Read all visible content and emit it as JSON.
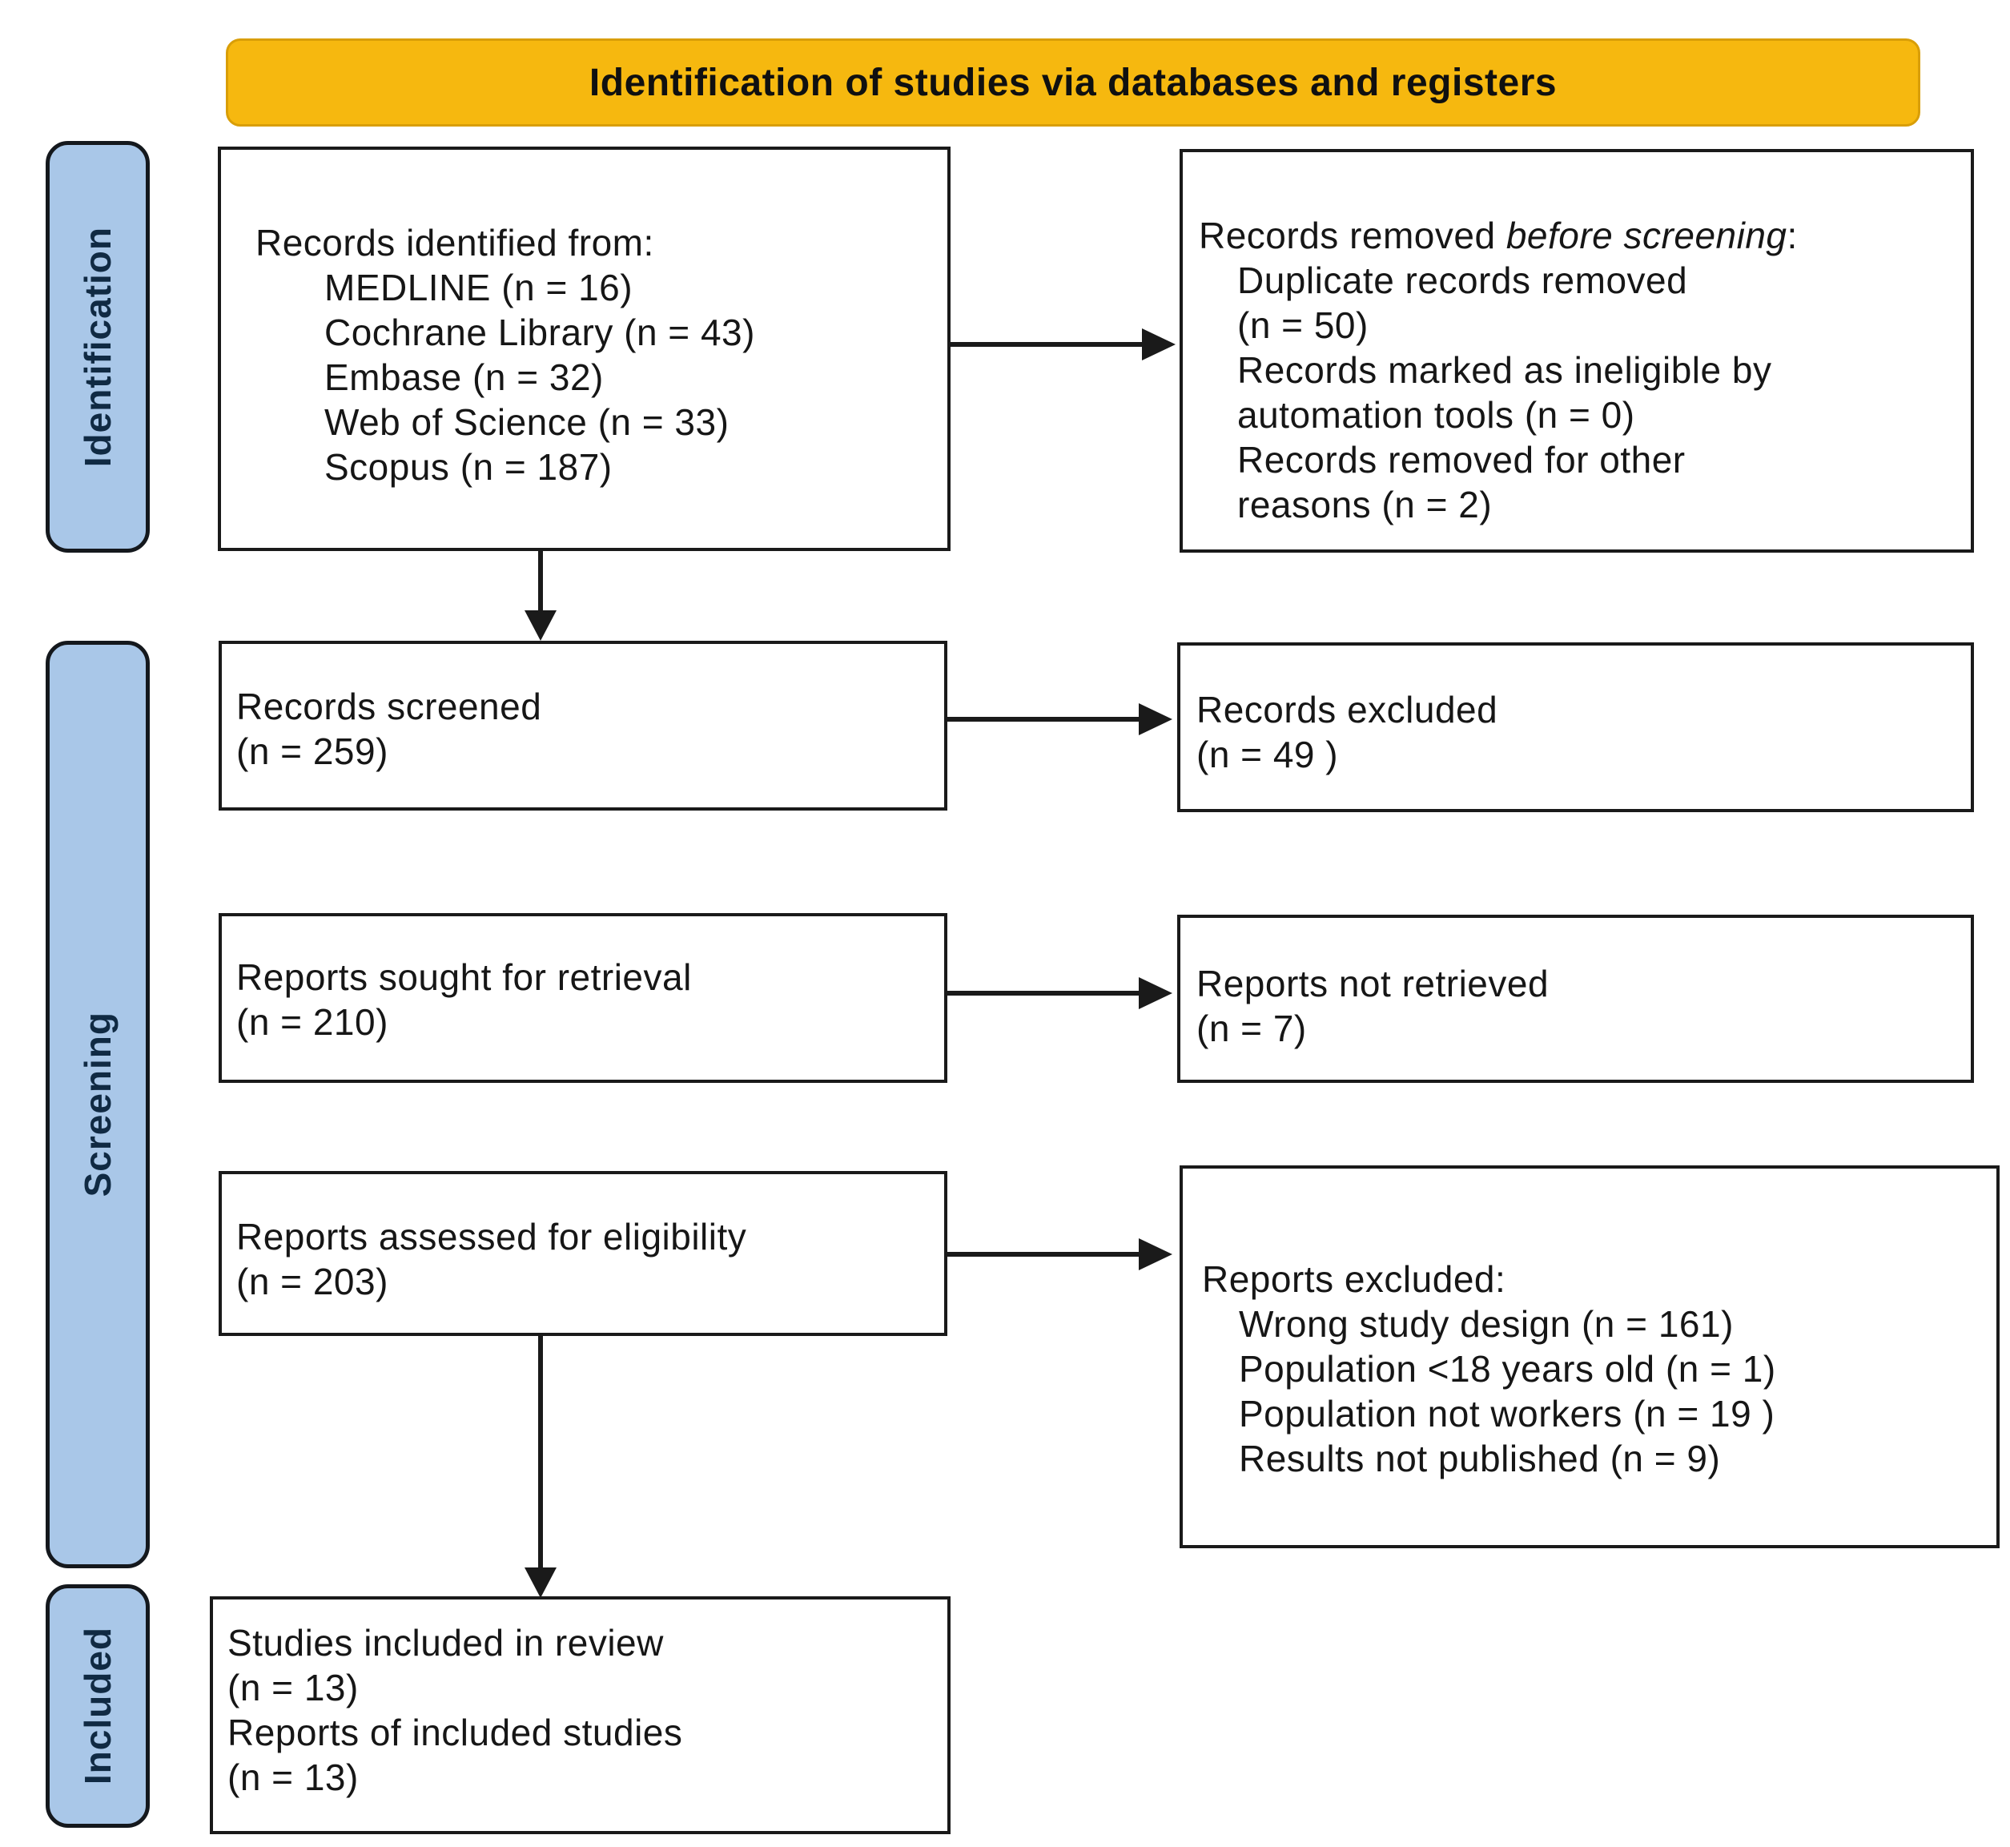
{
  "colors": {
    "banner-fill": "#F6B80F",
    "banner-border": "#D99E07",
    "sidebar-fill": "#A9C7E8",
    "sidebar-text": "#102A43",
    "ink": "#161616"
  },
  "banner": {
    "title": "Identification of studies via databases and registers"
  },
  "sidebar": {
    "identification": "Identification",
    "screening": "Screening",
    "included": "Included"
  },
  "boxes": {
    "identified": {
      "head": "Records identified from:",
      "items": [
        "MEDLINE (n = 16)",
        "Cochrane Library (n = 43)",
        "Embase (n = 32)",
        "Web of Science (n = 33)",
        "Scopus (n = 187)"
      ]
    },
    "removed": {
      "head_prefix": "Records removed ",
      "head_italic": "before screening",
      "head_suffix": ":",
      "items": [
        "Duplicate records removed",
        "(n = 50)",
        "Records marked as ineligible by",
        "automation tools (n = 0)",
        "Records removed for other",
        "reasons (n = 2)"
      ]
    },
    "screened": {
      "lines": [
        "Records screened",
        "(n = 259)"
      ]
    },
    "records_excluded": {
      "lines": [
        "Records excluded",
        "(n = 49 )"
      ]
    },
    "sought": {
      "lines": [
        "Reports sought for retrieval",
        "(n = 210)"
      ]
    },
    "not_retrieved": {
      "lines": [
        "Reports not retrieved",
        "(n = 7)"
      ]
    },
    "assessed": {
      "lines": [
        "Reports assessed for eligibility",
        "(n = 203)"
      ]
    },
    "reports_excluded": {
      "head": "Reports excluded:",
      "items": [
        "Wrong study design (n = 161)",
        "Population <18 years old (n = 1)",
        "Population not workers (n = 19 )",
        "Results not published (n = 9)"
      ]
    },
    "included_box": {
      "lines": [
        "Studies included in review",
        "(n = 13)",
        "Reports of included studies",
        "(n = 13)"
      ]
    }
  }
}
